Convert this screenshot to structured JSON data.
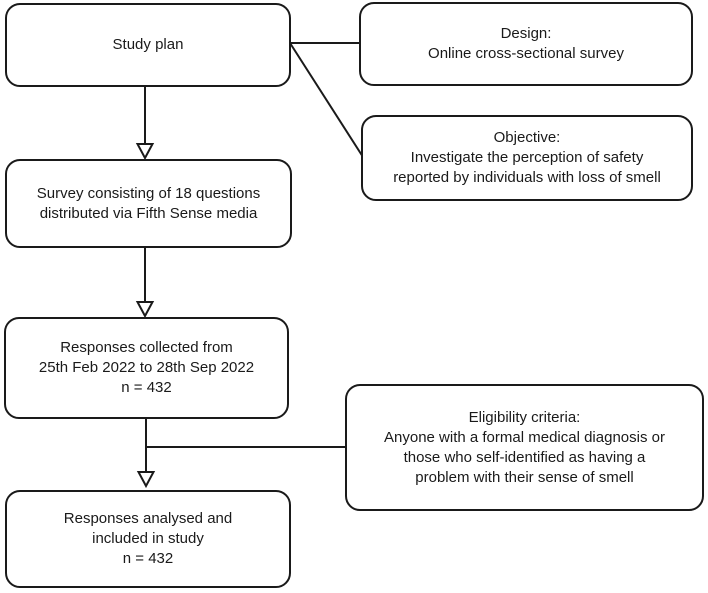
{
  "diagram": {
    "type": "flowchart",
    "colors": {
      "border": "#1a1a1a",
      "text": "#1a1a1a",
      "background": "#ffffff"
    },
    "nodes": {
      "study_plan": {
        "lines": [
          "Study plan"
        ]
      },
      "design": {
        "lines": [
          "Design:",
          "Online cross-sectional survey"
        ]
      },
      "objective": {
        "lines": [
          "Objective:",
          "Investigate the perception of safety",
          "reported by individuals with loss of smell"
        ]
      },
      "survey": {
        "lines": [
          "Survey consisting of 18 questions",
          "distributed via Fifth Sense media"
        ]
      },
      "responses_collected": {
        "lines": [
          "Responses collected from",
          "25th Feb 2022 to 28th Sep 2022",
          "n = 432"
        ]
      },
      "eligibility": {
        "lines": [
          "Eligibility criteria:",
          "Anyone with a formal medical diagnosis or",
          "those who self-identified as having a",
          "problem with their sense of smell"
        ]
      },
      "responses_analysed": {
        "lines": [
          "Responses analysed and",
          "included in study",
          "n = 432"
        ]
      }
    },
    "edges": [
      "study_plan -> design (line)",
      "study_plan -> objective (diagonal line)",
      "study_plan -> survey (arrow)",
      "survey -> responses_collected (arrow)",
      "responses_collected -> responses_analysed (arrow)",
      "responses_collected/analysed branch -> eligibility (line)"
    ]
  }
}
